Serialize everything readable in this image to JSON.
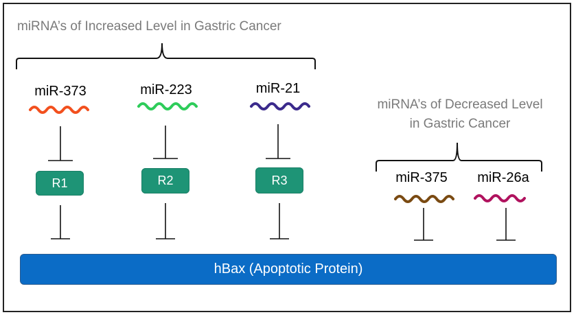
{
  "increased_group": {
    "title": "miRNA’s of Increased Level in Gastric Cancer",
    "mirnas": [
      {
        "label": "miR-373",
        "color": "#f2501e"
      },
      {
        "label": "miR-223",
        "color": "#2ecc5a"
      },
      {
        "label": "miR-21",
        "color": "#3b2a8c"
      }
    ],
    "receptors": [
      "R1",
      "R2",
      "R3"
    ]
  },
  "decreased_group": {
    "title_line1": "miRNA’s of Decreased Level",
    "title_line2": "in Gastric Cancer",
    "mirnas": [
      {
        "label": "miR-375",
        "color": "#7a4a12"
      },
      {
        "label": "miR-26a",
        "color": "#b0125e"
      }
    ]
  },
  "target": {
    "label": "hBax (Apoptotic Protein)",
    "color": "#0b6cc6"
  },
  "receptor_color": "#1e9476"
}
